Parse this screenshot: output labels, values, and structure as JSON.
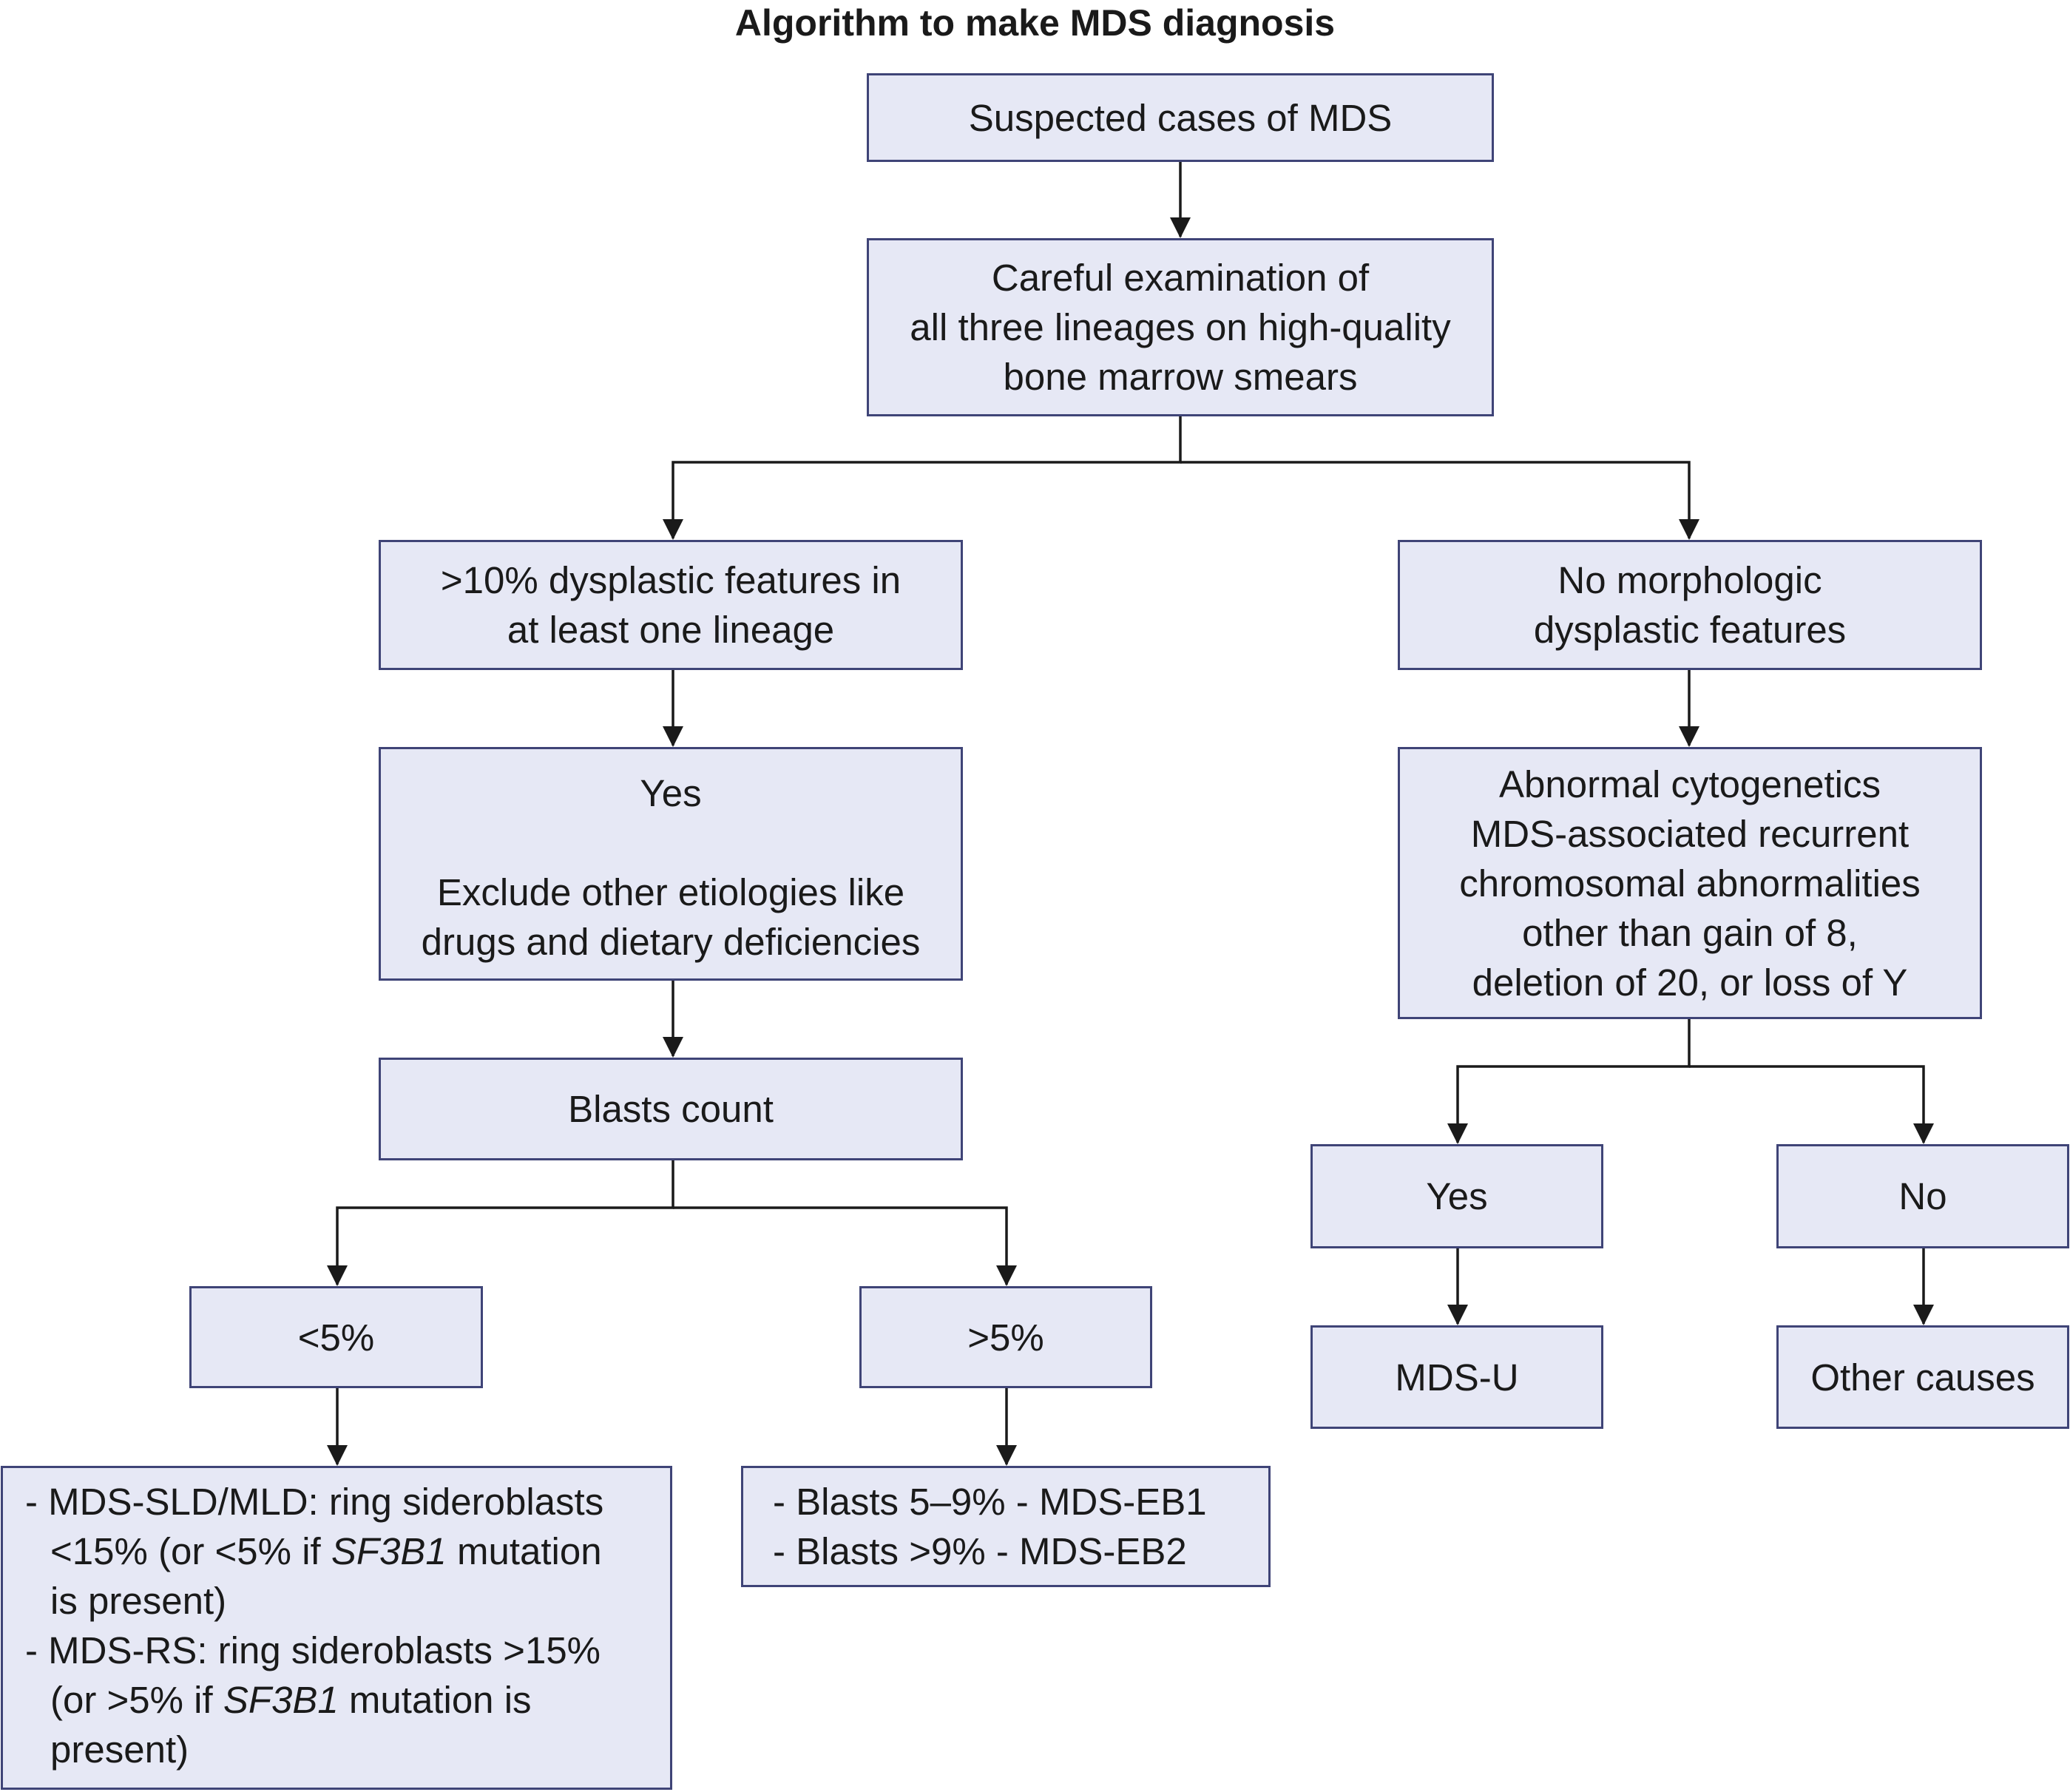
{
  "title": "Algorithm to make MDS diagnosis",
  "nodes": {
    "suspected": [
      "Suspected cases of MDS"
    ],
    "exam": [
      "Careful examination of",
      "all three lineages on high-quality",
      "bone marrow smears"
    ],
    "dysplastic": [
      ">10% dysplastic features in",
      "at least one lineage"
    ],
    "no_morph": [
      "No morphologic",
      "dysplastic features"
    ],
    "yes_exclude": {
      "head": "Yes",
      "lines": [
        "Exclude other etiologies like",
        "drugs and dietary deficiencies"
      ]
    },
    "abnormal_cyto": [
      "Abnormal cytogenetics",
      "MDS-associated recurrent",
      "chromosomal abnormalities",
      "other than gain of 8,",
      "deletion of 20, or loss of Y"
    ],
    "blasts_count": [
      "Blasts count"
    ],
    "lt5": [
      "<5%"
    ],
    "gt5": [
      ">5%"
    ],
    "cyto_yes": [
      "Yes"
    ],
    "cyto_no": [
      "No"
    ],
    "mds_u": [
      "MDS-U"
    ],
    "other_causes": [
      "Other causes"
    ],
    "lt5_result": {
      "sld_1": "- MDS-SLD/MLD: ring sideroblasts",
      "sld_2a": "<15% (or <5% if ",
      "sld_2_gene": "SF3B1",
      "sld_2b": " mutation",
      "sld_3": "is present)",
      "rs_1": "- MDS-RS: ring sideroblasts >15%",
      "rs_2a": "(or >5% if ",
      "rs_2_gene": "SF3B1",
      "rs_2b": " mutation is",
      "rs_3": "present)"
    },
    "gt5_result": [
      "- Blasts 5–9% - MDS-EB1",
      "- Blasts >9% - MDS-EB2"
    ]
  },
  "colors": {
    "box_fill": "#e6e8f5",
    "box_border": "#3f4477",
    "connector": "#1a1a1a"
  }
}
